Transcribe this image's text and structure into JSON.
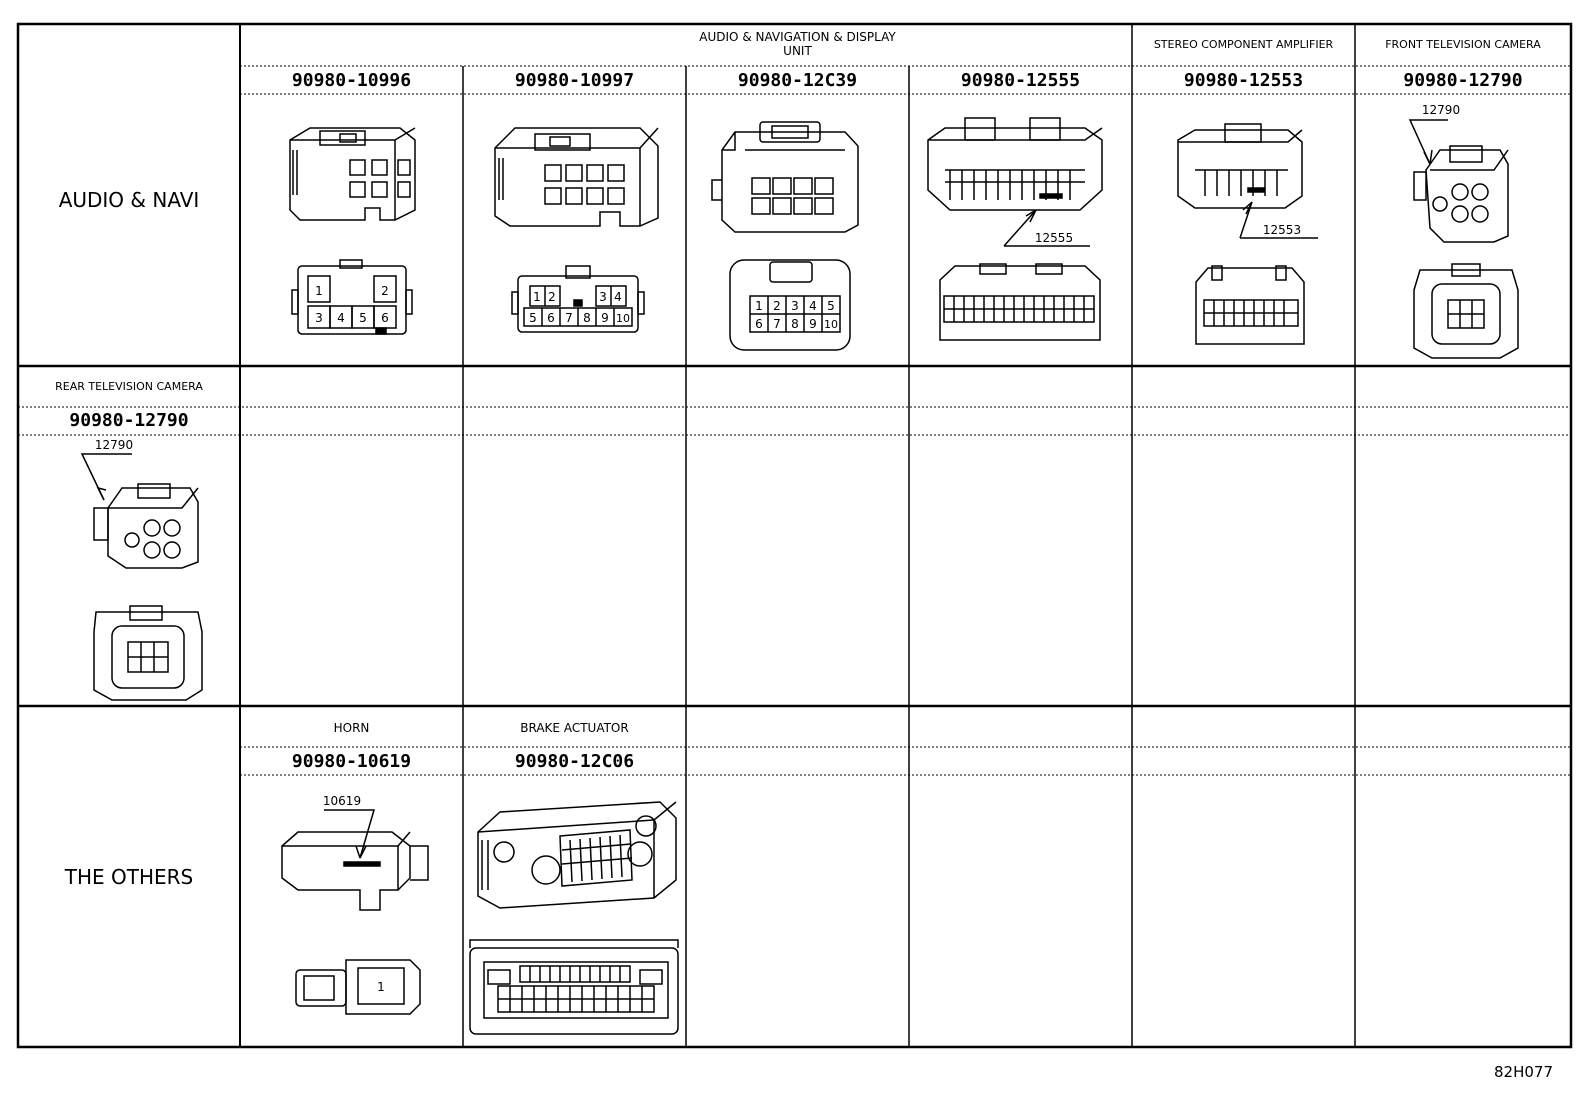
{
  "groups": {
    "audio_navi": "AUDIO & NAVI",
    "the_others": "THE OTHERS"
  },
  "components": {
    "audio_nav_display_line1": "AUDIO & NAVIGATION & DISPLAY",
    "audio_nav_display_line2": "UNIT",
    "stereo_amp": "STEREO COMPONENT AMPLIFIER",
    "front_camera": "FRONT TELEVISION CAMERA",
    "rear_camera": "REAR TELEVISION CAMERA",
    "horn": "HORN",
    "brake_actuator": "BRAKE ACTUATOR"
  },
  "part_numbers": {
    "c1": "90980-10996",
    "c2": "90980-10997",
    "c3": "90980-12C39",
    "c4": "90980-12555",
    "c5": "90980-12553",
    "c6": "90980-12790",
    "rear": "90980-12790",
    "horn": "90980-10619",
    "brake": "90980-12C06"
  },
  "callouts": {
    "c4": "12555",
    "c5": "12553",
    "c6": "12790",
    "rear": "12790",
    "horn": "10619"
  },
  "pins": {
    "c1_top": [
      "1",
      "2"
    ],
    "c1_bottom": [
      "3",
      "4",
      "5",
      "6"
    ],
    "c2_top": [
      "1",
      "2",
      "3",
      "4"
    ],
    "c2_bottom": [
      "5",
      "6",
      "7",
      "8",
      "9",
      "10"
    ],
    "c3_top": [
      "1",
      "2",
      "3",
      "4",
      "5"
    ],
    "c3_bottom": [
      "6",
      "7",
      "8",
      "9",
      "10"
    ],
    "horn": "1"
  },
  "sheet_id": "82H077"
}
